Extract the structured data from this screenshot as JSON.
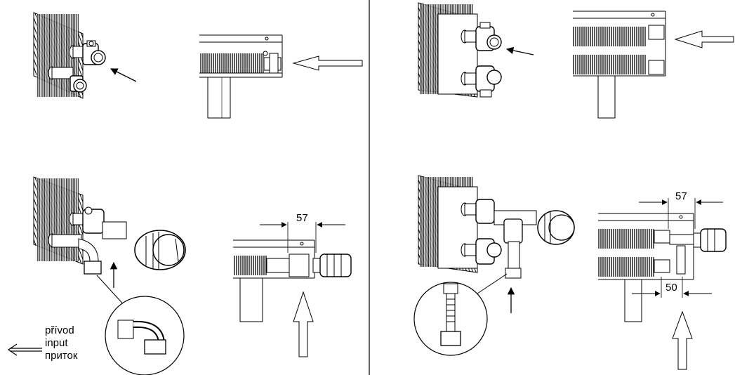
{
  "legend": {
    "lines": [
      "přívod",
      "input",
      "приток"
    ]
  },
  "dimensions": {
    "top_left_width": "57",
    "top_right_width": "57",
    "bottom_right_width": "50"
  }
}
